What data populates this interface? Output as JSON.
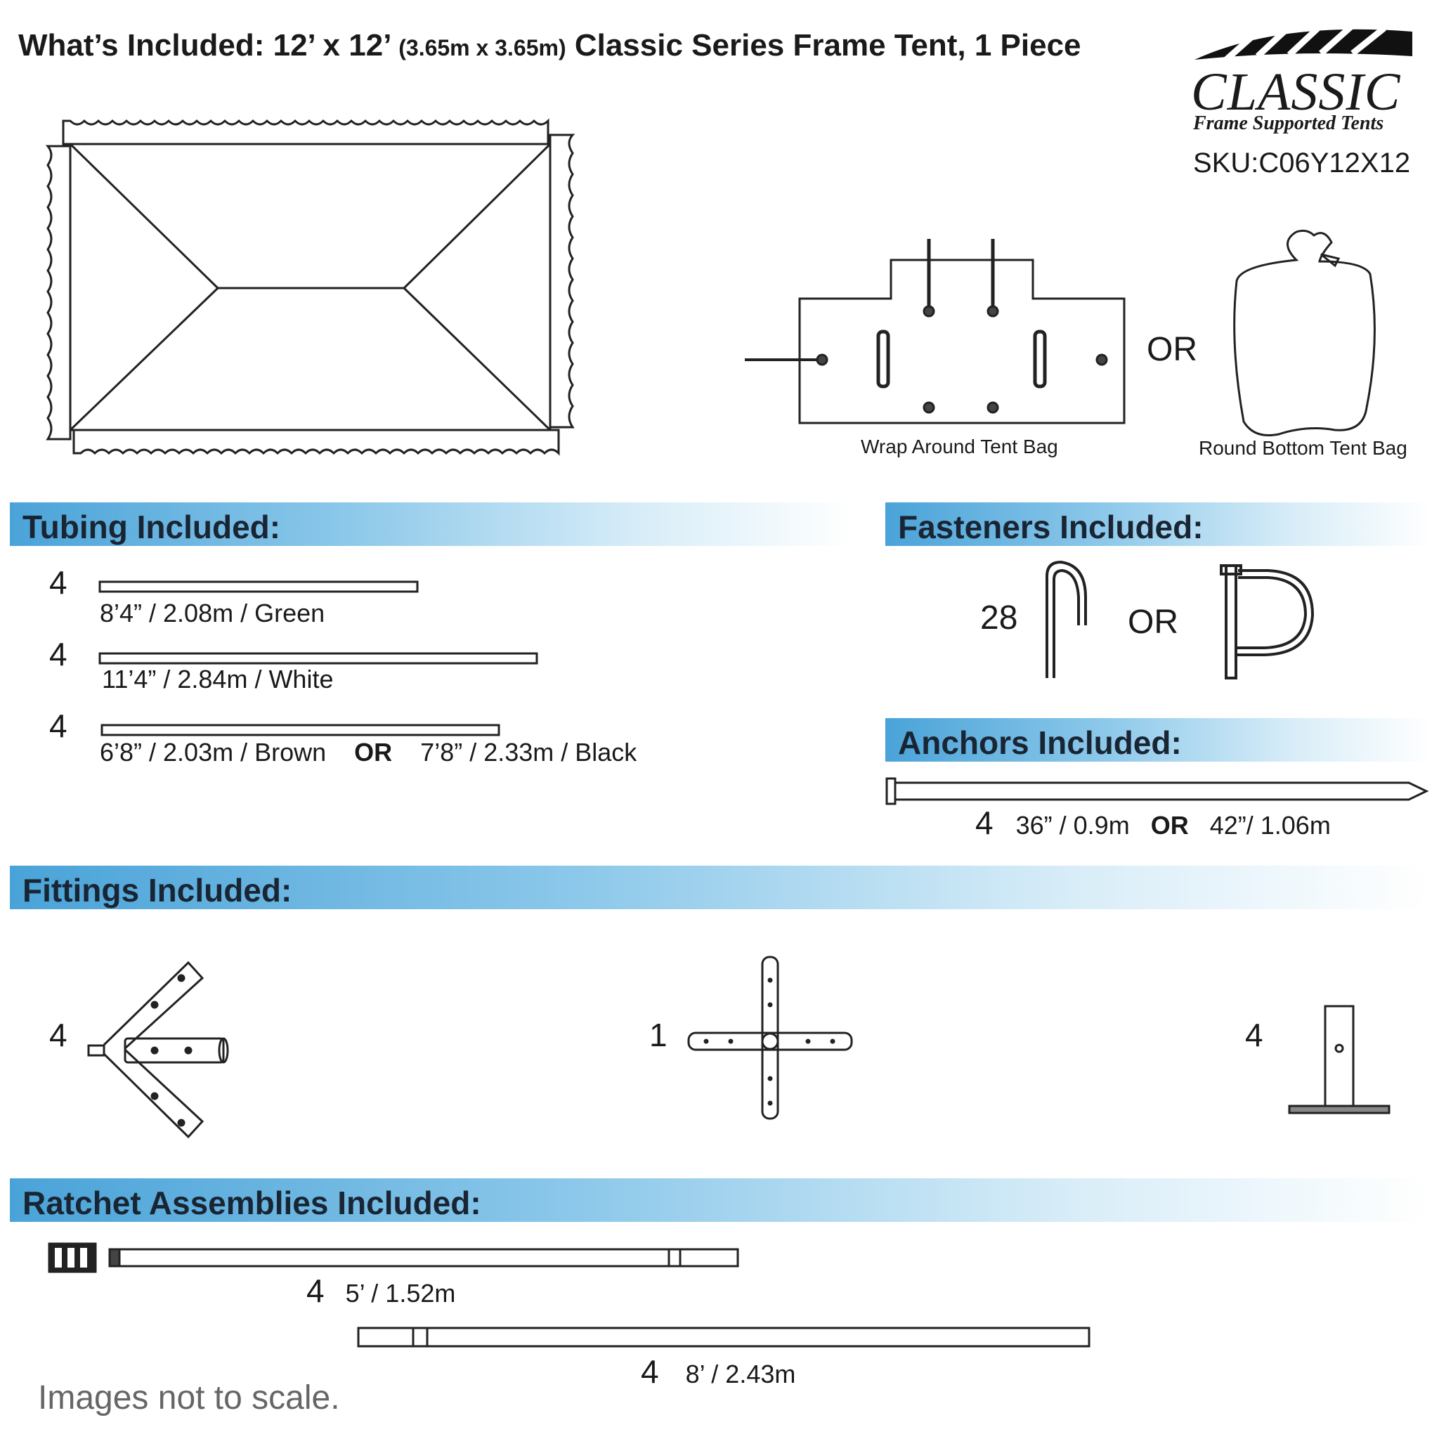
{
  "header": {
    "title_main": "What’s Included: 12’ x 12’",
    "title_metric": "(3.65m x 3.65m)",
    "title_tail": "Classic Series Frame Tent, 1 Piece"
  },
  "logo": {
    "word": "CLASSIC",
    "tagline": "Frame Supported Tents",
    "sku": "SKU:C06Y12X12"
  },
  "bags": {
    "or": "OR",
    "wrap_label": "Wrap Around Tent Bag",
    "round_label": "Round Bottom Tent Bag"
  },
  "tubing": {
    "heading": "Tubing Included:",
    "rows": [
      {
        "qty": "4",
        "label": "8’4” / 2.08m  /  Green"
      },
      {
        "qty": "4",
        "label": "11’4” / 2.84m  /  White"
      },
      {
        "qty": "4",
        "label_a": "6’8” / 2.03m  /  Brown",
        "or": "OR",
        "label_b": "7’8” / 2.33m  /  Black"
      }
    ]
  },
  "fasteners": {
    "heading": "Fasteners Included:",
    "qty": "28",
    "or": "OR"
  },
  "anchors": {
    "heading": "Anchors Included:",
    "qty": "4",
    "label_a": "36” / 0.9m",
    "or": "OR",
    "label_b": "42”/ 1.06m"
  },
  "fittings": {
    "heading": "Fittings Included:",
    "qty_corner": "4",
    "qty_cross": "1",
    "qty_foot": "4"
  },
  "ratchets": {
    "heading": "Ratchet Assemblies Included:",
    "items": [
      {
        "qty": "4",
        "label": "5’ / 1.52m"
      },
      {
        "qty": "4",
        "label": "8’ / 2.43m"
      }
    ]
  },
  "footnote": "Images not to scale."
}
